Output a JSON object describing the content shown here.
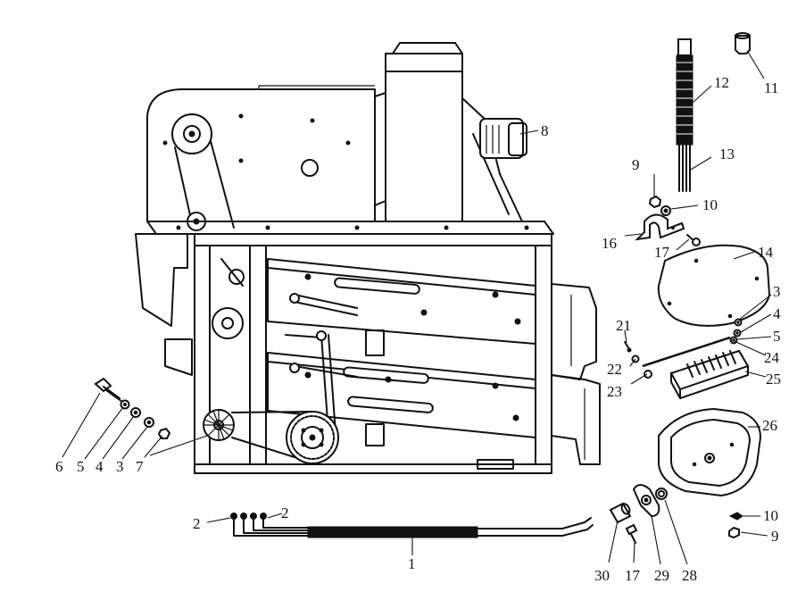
{
  "callouts": {
    "c1": "1",
    "c2a": "2",
    "c2b": "2",
    "c3a": "3",
    "c3b": "3",
    "c4a": "4",
    "c4b": "4",
    "c5a": "5",
    "c5b": "5",
    "c6": "6",
    "c7": "7",
    "c8": "8",
    "c9a": "9",
    "c9b": "9",
    "c10a": "10",
    "c10b": "10",
    "c11": "11",
    "c12": "12",
    "c13": "13",
    "c14": "14",
    "c16": "16",
    "c17a": "17",
    "c17b": "17",
    "c21": "21",
    "c22": "22",
    "c23": "23",
    "c24": "24",
    "c25": "25",
    "c26": "26",
    "c28": "28",
    "c29": "29",
    "c30": "30"
  }
}
